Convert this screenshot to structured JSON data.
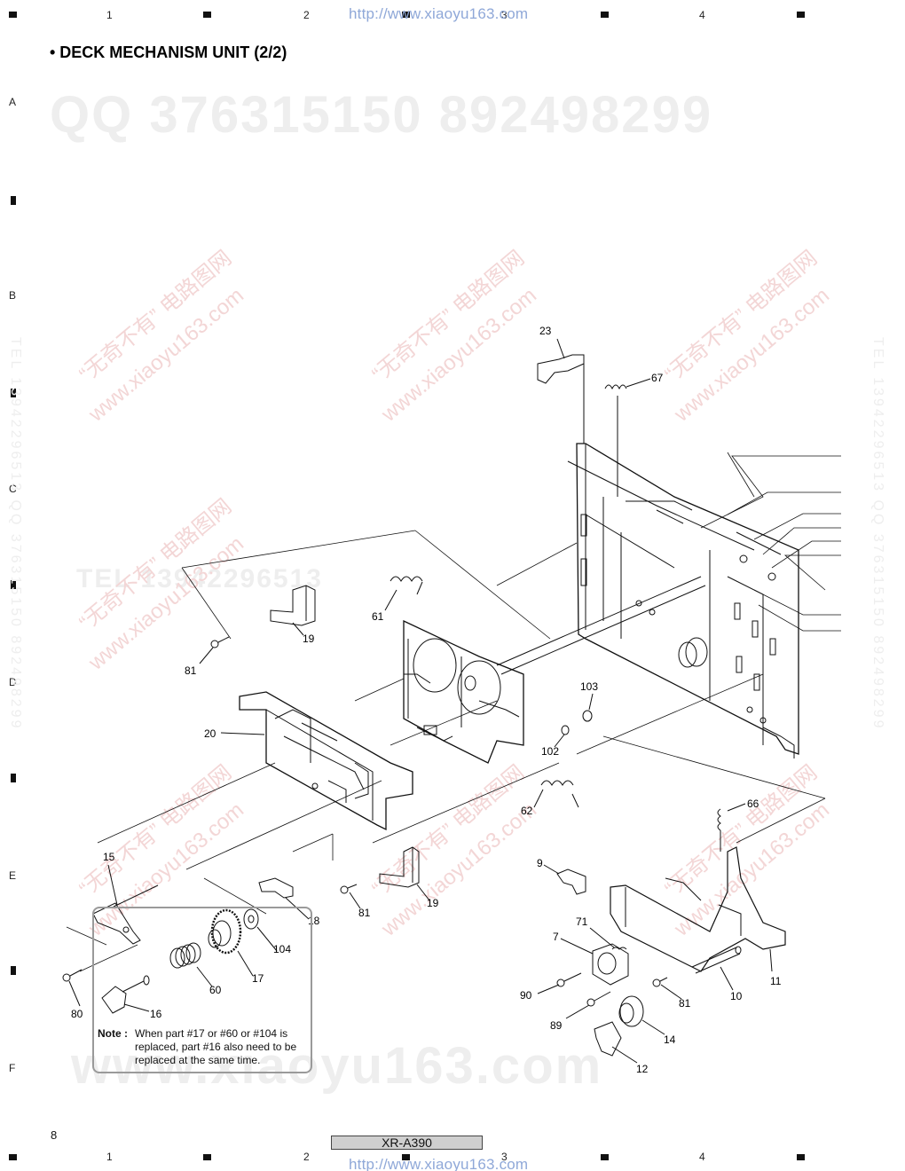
{
  "title": "• DECK MECHANISM UNIT (2/2)",
  "url_text": "http://www.xiaoyu163.com",
  "grid": {
    "columns": [
      "1",
      "2",
      "3",
      "4"
    ],
    "rows": [
      "A",
      "B",
      "C",
      "D",
      "E",
      "F"
    ]
  },
  "watermarks": {
    "qq_line": "QQ 376315150  892498299",
    "diag_cn": "“无奇不有” 电路图网",
    "diag_url": "www.xiaoyu163.com",
    "tel_line": "TEL 13942296513",
    "side_text": "TEL 13942296513  QQ 376315150  892498299",
    "bottom_line": "www.xiaoyu163.com"
  },
  "callouts": [
    {
      "id": "c23",
      "text": "23"
    },
    {
      "id": "c67",
      "text": "67"
    },
    {
      "id": "c61",
      "text": "61"
    },
    {
      "id": "c19a",
      "text": "19"
    },
    {
      "id": "c81a",
      "text": "81"
    },
    {
      "id": "c103",
      "text": "103"
    },
    {
      "id": "c20",
      "text": "20"
    },
    {
      "id": "c102",
      "text": "102"
    },
    {
      "id": "c62",
      "text": "62"
    },
    {
      "id": "c66",
      "text": "66"
    },
    {
      "id": "c15",
      "text": "15"
    },
    {
      "id": "c9",
      "text": "9"
    },
    {
      "id": "c19b",
      "text": "19"
    },
    {
      "id": "c18",
      "text": "18"
    },
    {
      "id": "c81b",
      "text": "81"
    },
    {
      "id": "c71",
      "text": "71"
    },
    {
      "id": "c104",
      "text": "104"
    },
    {
      "id": "c7",
      "text": "7"
    },
    {
      "id": "c17",
      "text": "17"
    },
    {
      "id": "c11",
      "text": "11"
    },
    {
      "id": "c60",
      "text": "60"
    },
    {
      "id": "c90",
      "text": "90"
    },
    {
      "id": "c81c",
      "text": "81"
    },
    {
      "id": "c10",
      "text": "10"
    },
    {
      "id": "c80",
      "text": "80"
    },
    {
      "id": "c16",
      "text": "16"
    },
    {
      "id": "c89",
      "text": "89"
    },
    {
      "id": "c14",
      "text": "14"
    },
    {
      "id": "c12",
      "text": "12"
    }
  ],
  "note": {
    "label": "Note :",
    "text": "When part #17 or #60 or #104 is replaced, part #16 also need to be replaced at the same time."
  },
  "page_number": "8",
  "model": "XR-A390"
}
